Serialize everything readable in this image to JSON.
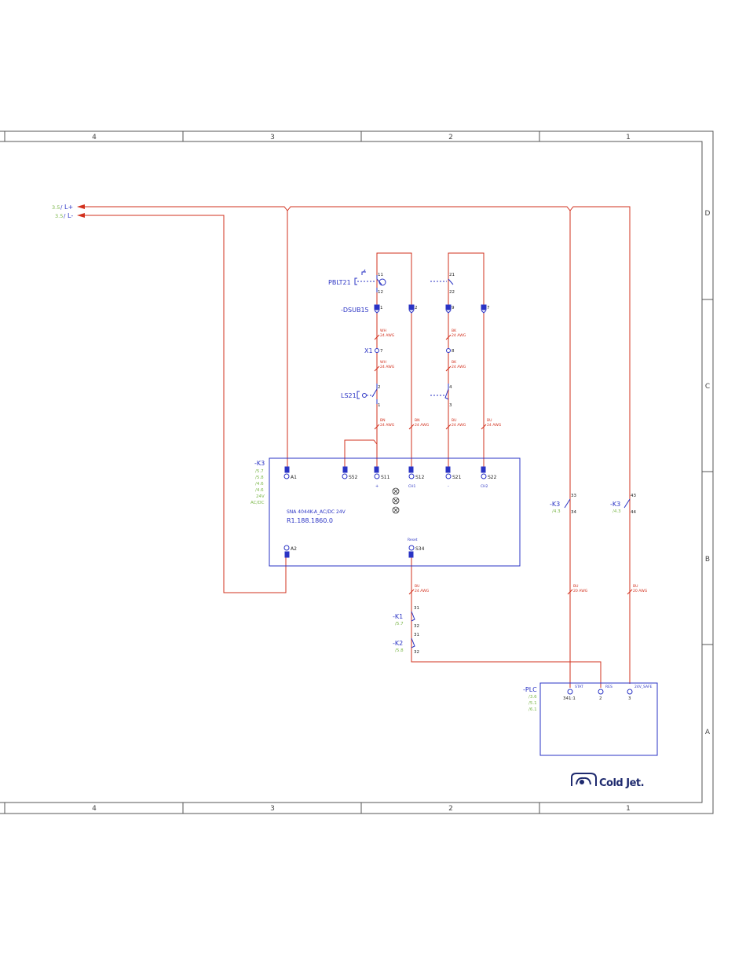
{
  "frame": {
    "columns": [
      "4",
      "3",
      "2",
      "1"
    ],
    "rows": [
      "D",
      "C",
      "B",
      "A"
    ]
  },
  "supply": {
    "lplus_ref": "3.5",
    "lplus_label": "L+",
    "lminus_ref": "3.5",
    "lminus_label": "L-"
  },
  "devices": {
    "pblt21": "PBLT21",
    "dsub15": "-DSUB15",
    "x1": "X1",
    "ls21": "LS21",
    "k3": "-K3",
    "k1": "-K1",
    "k2": "-K2",
    "plc": "-PLC"
  },
  "pins": {
    "pb_11": "11",
    "pb_12": "12",
    "pb_21": "21",
    "pb_22": "22",
    "dsub_1": "1",
    "dsub_2": "2",
    "dsub_9": "9",
    "dsub_7": "7",
    "x1_7": "7",
    "x1_8": "8",
    "ls_2": "2",
    "ls_1": "1",
    "ls_4": "4",
    "ls_3": "3",
    "k3_33": "33",
    "k3_34": "34",
    "k3_43": "43",
    "k3_44": "44",
    "k1_31": "31",
    "k1_32": "32",
    "k2_31": "31",
    "k2_32": "32"
  },
  "wires": {
    "wh_color": "WH",
    "wh_gauge": "24 AWG",
    "bk_color": "BK",
    "bk_gauge": "24 AWG",
    "bn_color": "BN",
    "bn_gauge": "24 AWG",
    "bu_color": "BU",
    "bu_gauge": "24 AWG",
    "bu20_gauge": "20 AWG"
  },
  "k3_relay": {
    "refs": [
      "/5.7",
      "/5.8",
      "/4.6",
      "/4.6"
    ],
    "voltage": "24V",
    "voltage_type": "AC/DC",
    "terminals": {
      "a1": "A1",
      "s52": "S52",
      "s11": "S11",
      "s12": "S12",
      "s21": "S21",
      "s22": "S22",
      "a2": "A2",
      "s34": "S34"
    },
    "plus": "+",
    "ch1": "CH1",
    "minus": "-",
    "ch2": "CH2",
    "reset": "Reset",
    "model": "SNA 4044K-A_AC/DC 24V",
    "part_number": "R1.188.1860.0"
  },
  "k3_contacts": {
    "ref_34": "/4.3",
    "ref_44": "/4.3"
  },
  "k1_ref": "/5.7",
  "k2_ref": "/5.8",
  "plc": {
    "refs": [
      "/3.6",
      "/5.1",
      "/6.1"
    ],
    "terminals": [
      "341:1",
      "2",
      "3"
    ],
    "signals": [
      "STAT",
      "RES",
      "24V_SAFE"
    ]
  },
  "logo": {
    "text": "Cold Jet."
  },
  "colors": {
    "wire": "#d2301d",
    "device": "#2a33c4",
    "reference": "#7ab648",
    "frame": "#555555"
  }
}
